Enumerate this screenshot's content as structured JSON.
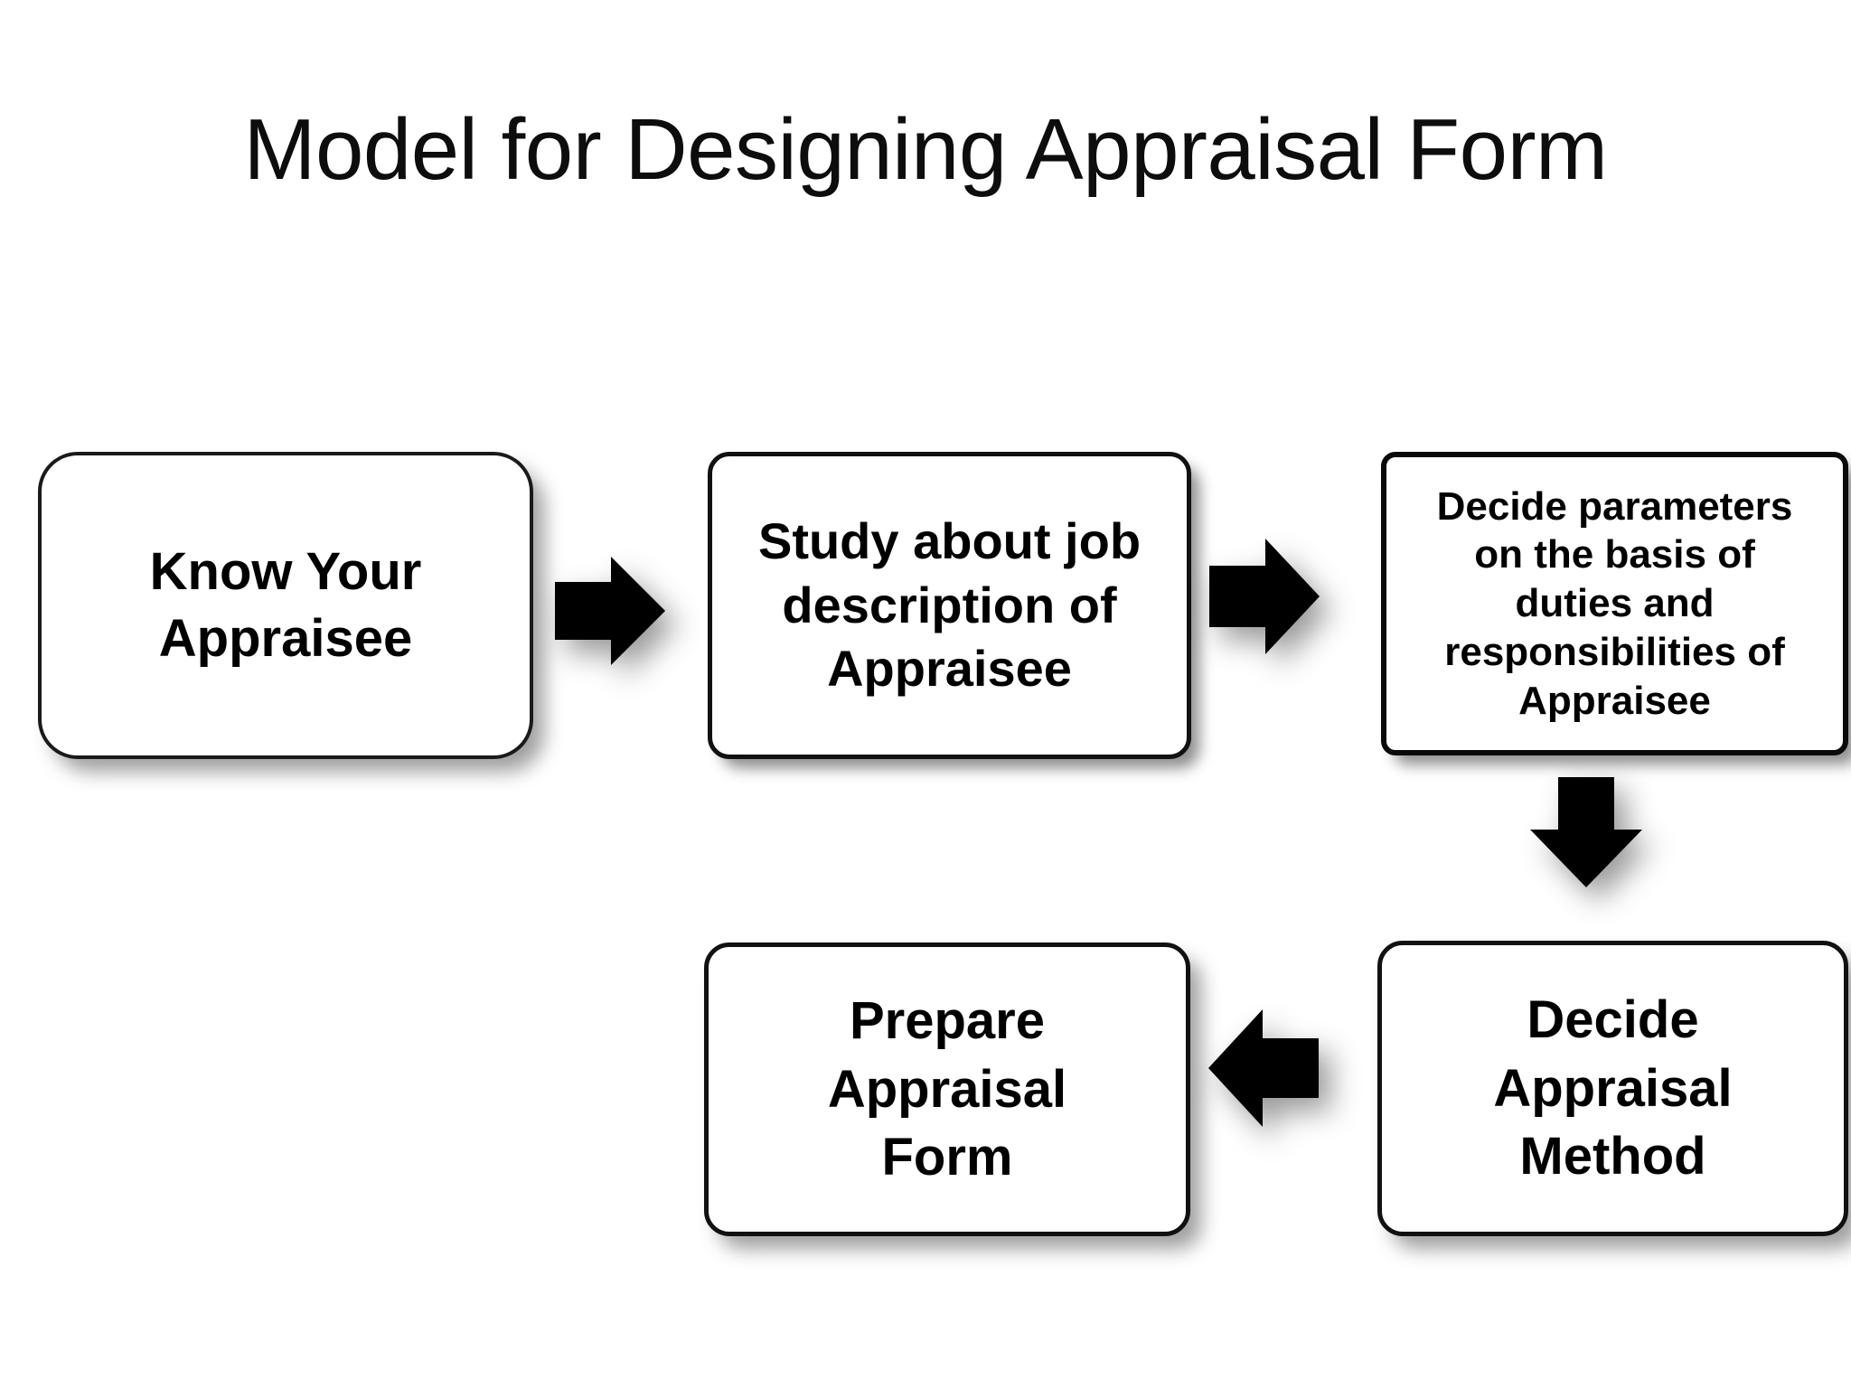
{
  "slide": {
    "title": "Model for Designing Appraisal Form",
    "background_color": "#ffffff",
    "text_color": "#000000",
    "accent_color": "#000000"
  },
  "diagram": {
    "type": "process-flow",
    "nodes": [
      {
        "id": "know-your-appraisee",
        "label": "Know Your\nAppraisee",
        "order": 1
      },
      {
        "id": "study-job-description",
        "label": "Study about job\ndescription of\nAppraisee",
        "order": 2
      },
      {
        "id": "decide-parameters",
        "label": "Decide parameters\non the basis of\nduties and\nresponsibilities of\nAppraisee",
        "order": 3
      },
      {
        "id": "decide-appraisal-method",
        "label": "Decide\nAppraisal\nMethod",
        "order": 4
      },
      {
        "id": "prepare-appraisal-form",
        "label": "Prepare\nAppraisal\nForm",
        "order": 5
      }
    ],
    "connectors": [
      {
        "id": "know-to-study",
        "direction": "right",
        "from": "know-your-appraisee",
        "to": "study-job-description"
      },
      {
        "id": "study-to-decide",
        "direction": "right",
        "from": "study-job-description",
        "to": "decide-parameters"
      },
      {
        "id": "decide-down",
        "direction": "down",
        "from": "decide-parameters",
        "to": "decide-appraisal-method"
      },
      {
        "id": "method-to-form",
        "direction": "left",
        "from": "decide-appraisal-method",
        "to": "prepare-appraisal-form"
      }
    ]
  }
}
